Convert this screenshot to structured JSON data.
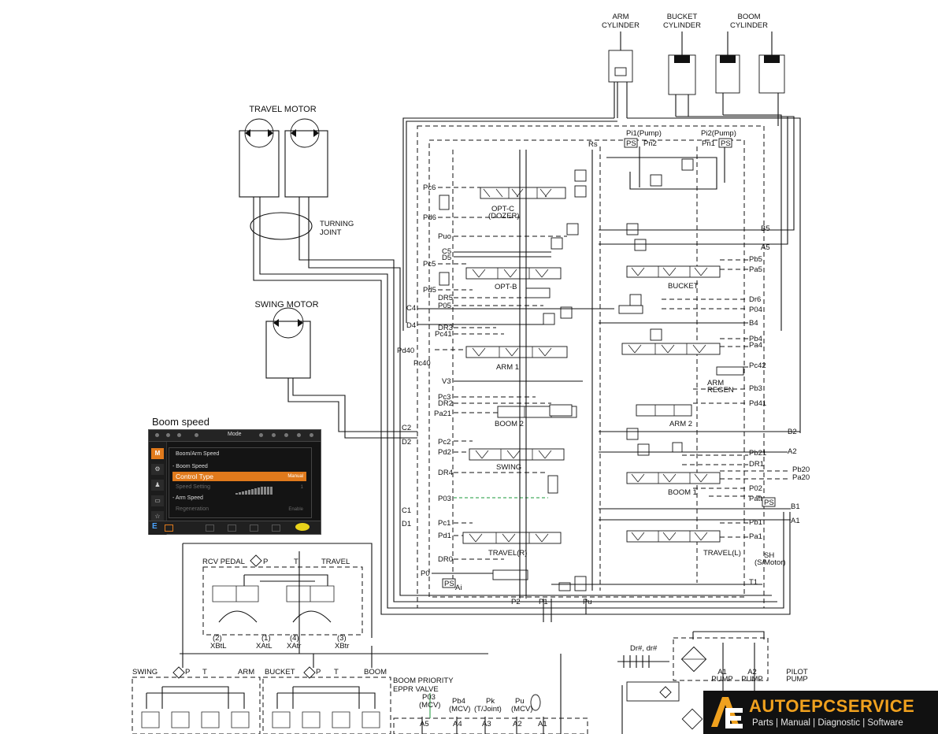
{
  "inset": {
    "title": "Boom speed",
    "mode_label": "Mode",
    "side_tabs": [
      "M",
      "⚙",
      "♟",
      "▭",
      "☆"
    ],
    "header": "Boom/Arm Speed",
    "rows": [
      {
        "label": "- Boom Speed",
        "value": ""
      },
      {
        "label": "Control Type",
        "value": "Manual"
      },
      {
        "label": "Speed Setting",
        "value": "1"
      },
      {
        "label": "- Arm Speed",
        "value": ""
      },
      {
        "label": "Regeneration",
        "value": "Enable"
      }
    ],
    "bottom_letter": "E"
  },
  "components": {
    "arm_cyl_1": "ARM",
    "arm_cyl_2": "CYLINDER",
    "bucket_cyl_1": "BUCKET",
    "bucket_cyl_2": "CYLINDER",
    "boom_cyl_1": "BOOM",
    "boom_cyl_2": "CYLINDER",
    "travel_motor": "TRAVEL MOTOR",
    "turning_joint_1": "TURNING",
    "turning_joint_2": "JOINT",
    "swing_motor": "SWING MOTOR",
    "rcv_pedal": "RCV PEDAL",
    "travel": "TRAVEL",
    "swing": "SWING",
    "arm": "ARM",
    "bucket": "BUCKET",
    "boom": "BOOM",
    "boom_priority_1": "BOOM PRIORITY",
    "boom_priority_2": "EPPR VALVE",
    "a1_pump_1": "A1",
    "a1_pump_2": "PUMP",
    "a2_pump_1": "A2",
    "a2_pump_2": "PUMP",
    "pilot_pump_1": "PILOT",
    "pilot_pump_2": "PUMP"
  },
  "spools": {
    "optc": "OPT-C",
    "dozer": "(DOZER)",
    "optb": "OPT-B",
    "bucket": "BUCKET",
    "arm1": "ARM 1",
    "arm_regen_1": "ARM",
    "arm_regen_2": "REGEN",
    "boom2": "BOOM 2",
    "arm2": "ARM 2",
    "swing": "SWING",
    "boom1": "BOOM 1",
    "travel_r": "TRAVEL(R)",
    "travel_l": "TRAVEL(L)",
    "sh_1": "SH",
    "sh_2": "(S/Motor)"
  },
  "ports_left": {
    "pc6": "Pc6",
    "pd6": "Pd6",
    "puo": "Puo",
    "c5": "C5",
    "d5": "D5",
    "pc5": "Pc5",
    "pd5": "Pd5",
    "dr5": "DR5",
    "p05": "P05",
    "c4": "C4",
    "d4": "D4",
    "dr3": "DR3",
    "pc41": "Pc41",
    "pd40": "Pd40",
    "pc40": "Pc40",
    "v3": "V3",
    "pc3": "Pc3",
    "dr2": "DR2",
    "pa21": "Pa21",
    "c2": "C2",
    "d2": "D2",
    "pc2": "Pc2",
    "pd2": "Pd2",
    "dr4": "DR4",
    "p03": "P03",
    "c1": "C1",
    "d1": "D1",
    "pc1": "Pc1",
    "pd1": "Pd1",
    "dr0": "DR0",
    "p0": "P0",
    "ps": "PS",
    "ai": "Ai"
  },
  "ports_top": {
    "rs": "Rs",
    "pi1": "Pi1(Pump)",
    "pi2": "Pi2(Pump)",
    "ps1": "PS",
    "pn2": "Pn2",
    "pn1": "Pn1",
    "ps2": "PS"
  },
  "ports_right": {
    "b5": "B5",
    "a5": "A5",
    "pb5": "Pb5",
    "pa5": "Pa5",
    "dr6": "Dr6",
    "p04": "P04",
    "b4": "B4",
    "pb4": "Pb4",
    "pa4": "Pa4",
    "pc42": "Pc42",
    "pb3": "Pb3",
    "pd41": "Pd41",
    "b2": "B2",
    "a2": "A2",
    "pb21": "Pb21",
    "dr1": "DR1",
    "pb20": "Pb20",
    "pa20": "Pa20",
    "p02": "P02",
    "patt": "Patt",
    "ps": "PS",
    "b1": "B1",
    "a1": "A1",
    "pb1": "Pb1",
    "pa1": "Pa1",
    "t1": "T1"
  },
  "ports_bottom": {
    "p2": "P2",
    "p1": "P1",
    "pu": "Pu",
    "dr": "Dr#, dr#",
    "p": "P",
    "t": "T",
    "n2": "(2)",
    "xbtl": "XBtL",
    "n1": "(1)",
    "xatl": "XAtL",
    "n4": "(4)",
    "xatr": "XAtr",
    "n3": "(3)",
    "xbtr": "XBtr",
    "p03_mcv_1": "P03",
    "p03_mcv_2": "(MCV)",
    "pb4_mcv_1": "Pb4",
    "pb4_mcv_2": "(MCV)",
    "pk_1": "Pk",
    "pk_2": "(T/Joint)",
    "pu_mcv_1": "Pu",
    "pu_mcv_2": "(MCV)",
    "a5": "A5",
    "a4": "A4",
    "a3": "A3",
    "a2": "A2",
    "a1": "A1"
  },
  "logo": {
    "brand": "AUTOEPCSERVICE",
    "tagline": "Parts | Manual | Diagnostic | Software",
    "brand_color": "#f0a11e"
  }
}
